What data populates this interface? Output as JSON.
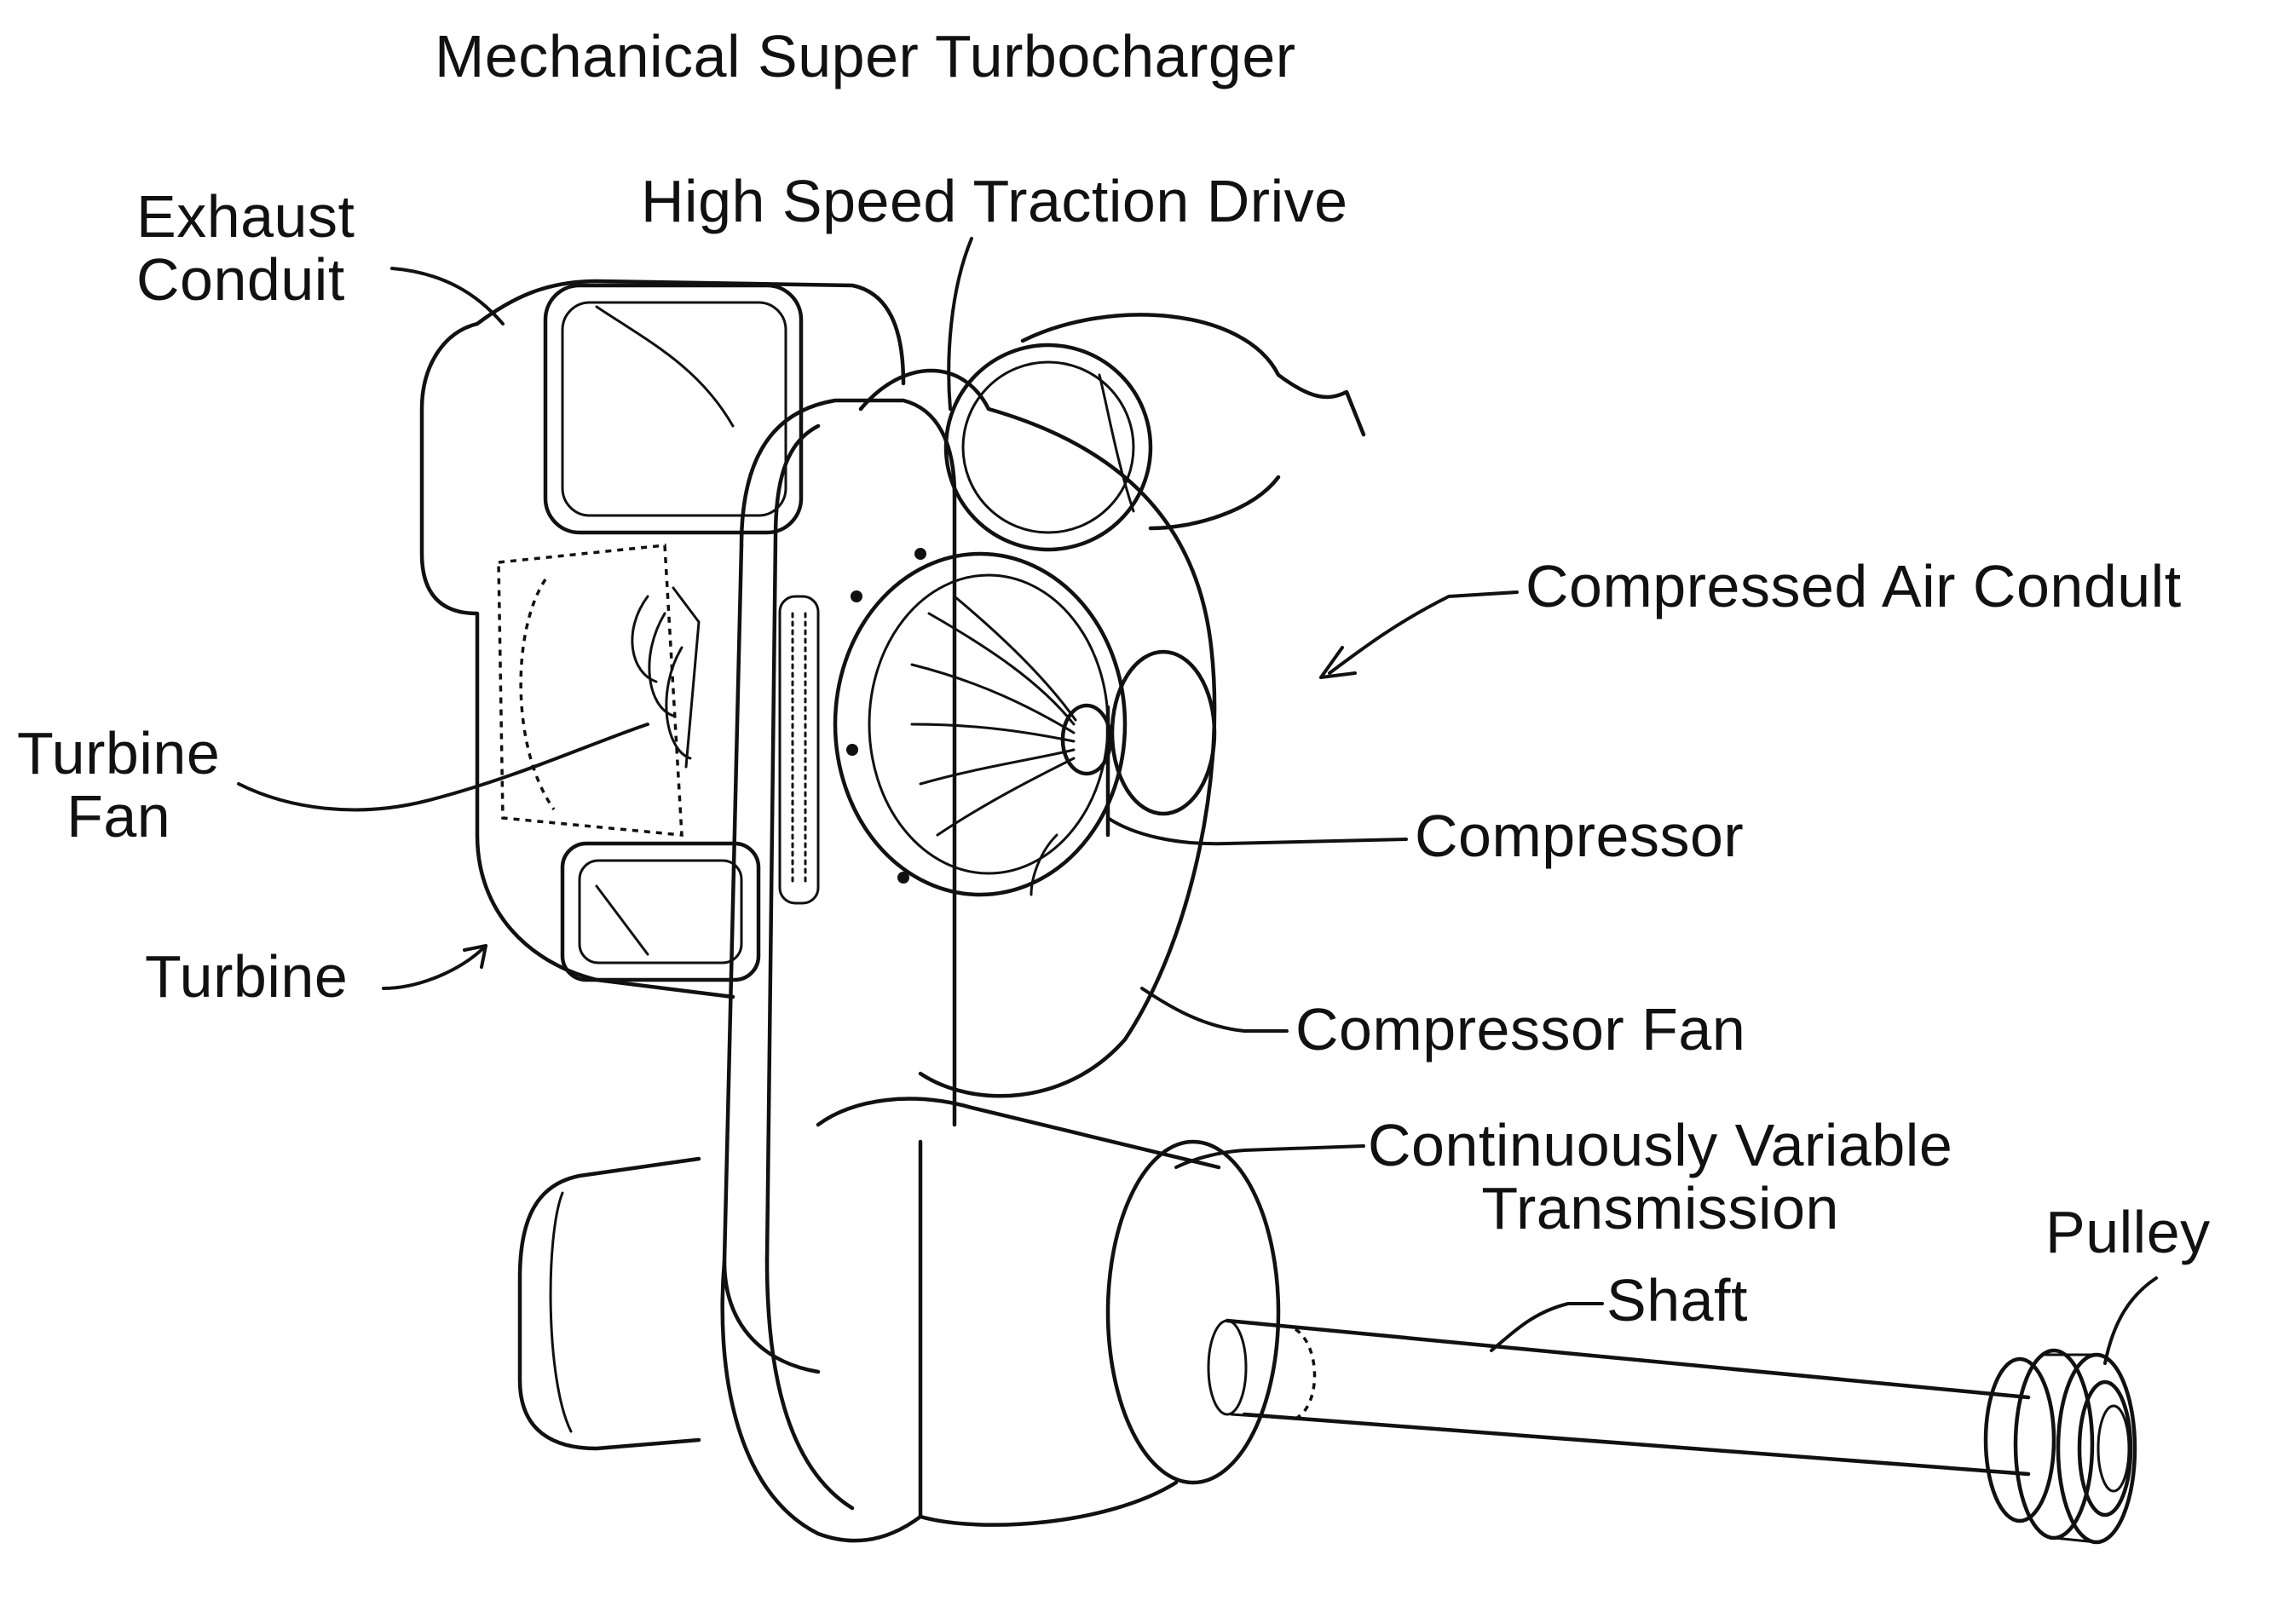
{
  "title": "Mechanical Super Turbocharger",
  "labels": {
    "exhaust_conduit": [
      "Exhaust",
      "Conduit"
    ],
    "high_speed_traction_drive": "High Speed Traction Drive",
    "compressed_air_conduit": "Compressed Air Condult",
    "turbine_fan": [
      "Turbine",
      "Fan"
    ],
    "compressor": "Compressor",
    "turbine": "Turbine",
    "compressor_fan": "Compressor Fan",
    "cvt": [
      "Continuously Variable",
      "Transmission"
    ],
    "pulley": "Pulley",
    "shaft": "Shaft"
  }
}
